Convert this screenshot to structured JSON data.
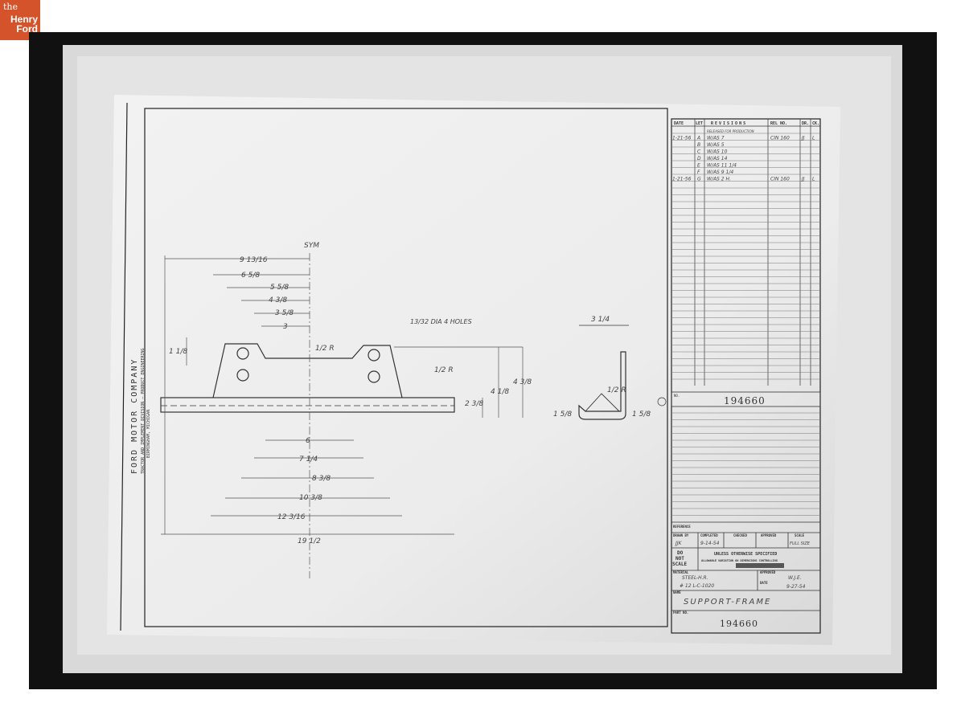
{
  "logo": {
    "line1": "the",
    "line2": "Henry",
    "line3": "Ford"
  },
  "drawing": {
    "company": "FORD MOTOR COMPANY",
    "division": "TRACTOR AND IMPLEMENT DIVISION — PRODUCT ENGINEERING",
    "location": "BIRMINGHAM, MICHIGAN",
    "dimensions": {
      "top": "9 13/16",
      "d1": "6 5/8",
      "d2": "5 5/8",
      "d3": "4 3/8",
      "d4": "3 5/8",
      "d5": "3",
      "sym": "SYM",
      "radius1": "1/2 R",
      "holes": "13/32 DIA 4 HOLES",
      "radius2": "1/2 R",
      "left_v": "1 1/8",
      "h1": "2 3/8",
      "h2": "4 1/8",
      "h3": "4 3/8",
      "b1": "6",
      "b2": "7 1/4",
      "b3": "8 3/8",
      "b4": "10 3/8",
      "b5": "12 3/16",
      "b6": "19 1/2",
      "side_top": "3 1/4",
      "side_r": "1/2 R",
      "side_l": "1 5/8",
      "side_b": "1 5/8"
    },
    "revisions": {
      "header": {
        "date": "DATE",
        "let": "LET",
        "revisions": "REVISIONS",
        "rel_no": "REL NO.",
        "dr": "DR.",
        "ck": "CK."
      },
      "rows": [
        {
          "date": "",
          "let": "",
          "text": "RELEASED FOR PRODUCTION",
          "rel": "",
          "dr": "",
          "ck": ""
        },
        {
          "date": "1-21-56",
          "let": "A",
          "text": "W/AS 7",
          "rel": "CIN 160",
          "dr": "JJ",
          "ck": "L"
        },
        {
          "date": "",
          "let": "B",
          "text": "W/AS 5",
          "rel": "",
          "dr": "",
          "ck": ""
        },
        {
          "date": "",
          "let": "C",
          "text": "W/AS 10",
          "rel": "",
          "dr": "",
          "ck": ""
        },
        {
          "date": "",
          "let": "D",
          "text": "W/AS 14",
          "rel": "",
          "dr": "",
          "ck": ""
        },
        {
          "date": "",
          "let": "E",
          "text": "W/AS 11 1/4",
          "rel": "",
          "dr": "",
          "ck": ""
        },
        {
          "date": "",
          "let": "F",
          "text": "W/AS 9 1/4",
          "rel": "",
          "dr": "",
          "ck": ""
        },
        {
          "date": "1-21-56",
          "let": "G",
          "text": "W/AS 2 H.",
          "rel": "CIN 160",
          "dr": "JJ",
          "ck": "L"
        }
      ]
    },
    "title_block": {
      "no_label": "NO.",
      "number": "194660",
      "reference": "REFERENCE",
      "drawn_by": "DRAWN BY",
      "completed": "COMPLETED",
      "checked": "CHECKED",
      "approved": "APPROVED",
      "scale": "SCALE",
      "drawn_val": "JJK",
      "completed_val": "9-14-54",
      "scale_val": "FULL SIZE",
      "do_not_scale": [
        "DO",
        "NOT",
        "SCALE"
      ],
      "unless": "UNLESS OTHERWISE SPECIFIED",
      "tolerances": "ALLOWABLE VARIATION ON DIMENSIONS CONTROLLING",
      "material_label": "MATERIAL",
      "material1": "STEEL-H.R.",
      "material2": "# 12 L-C-1020",
      "approved2": "APPROVED",
      "approved2_val": "W.J.E.",
      "date_label": "DATE",
      "date_val": "9-27-54",
      "name_label": "NAME",
      "name": "SUPPORT-FRAME",
      "part_label": "PART NO.",
      "part_number": "194660"
    }
  }
}
